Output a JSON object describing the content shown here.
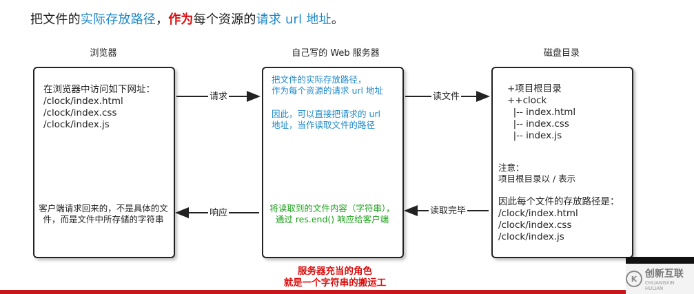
{
  "heading": {
    "part1": "把文件的",
    "part2": "实际存放路径",
    "part3": "，",
    "part4": "作为",
    "part5": "每个资源的",
    "part6": "请求 url 地址",
    "part7": "。"
  },
  "columns": {
    "browser": "浏览器",
    "server": "自己写的 Web 服务器",
    "disk": "磁盘目录"
  },
  "browser_box": {
    "top_text": "在浏览器中访问如下网址：\n/clock/index.html\n/clock/index.css\n/clock/index.js",
    "bottom_text": "客户端请求回来的，不是具体的文\n件，而是文件中所存储的字符串"
  },
  "server_box": {
    "top_text": "把文件的实际存放路径，\n作为每个资源的请求 url 地址",
    "middle_text": "因此，可以直接把请求的 url\n地址，当作读取文件的路径",
    "bottom_text": "将读取到的文件内容（字符串），\n通过 res.end() 响应给客户端"
  },
  "disk_box": {
    "tree_text": "+项目根目录\n++clock\n  |-- index.html\n  |-- index.css\n  |-- index.js",
    "note_text": "注意：\n项目根目录以 / 表示",
    "paths_text": "因此每个文件的存放路径是：\n/clock/index.html\n/clock/index.css\n/clock/index.js"
  },
  "arrows": {
    "request": "请求",
    "read_file": "读文件",
    "response": "响应",
    "read_done": "读取完毕"
  },
  "footer_note": {
    "line1": "服务器充当的角色",
    "line2": "就是一个字符串的搬运工"
  },
  "logo": {
    "mark": "K",
    "text": "创新互联",
    "sub": "CHUANGXIN HULIAN"
  },
  "colors": {
    "blue": "#1e88c8",
    "red": "#d80e0e",
    "green": "#1aa01a"
  }
}
